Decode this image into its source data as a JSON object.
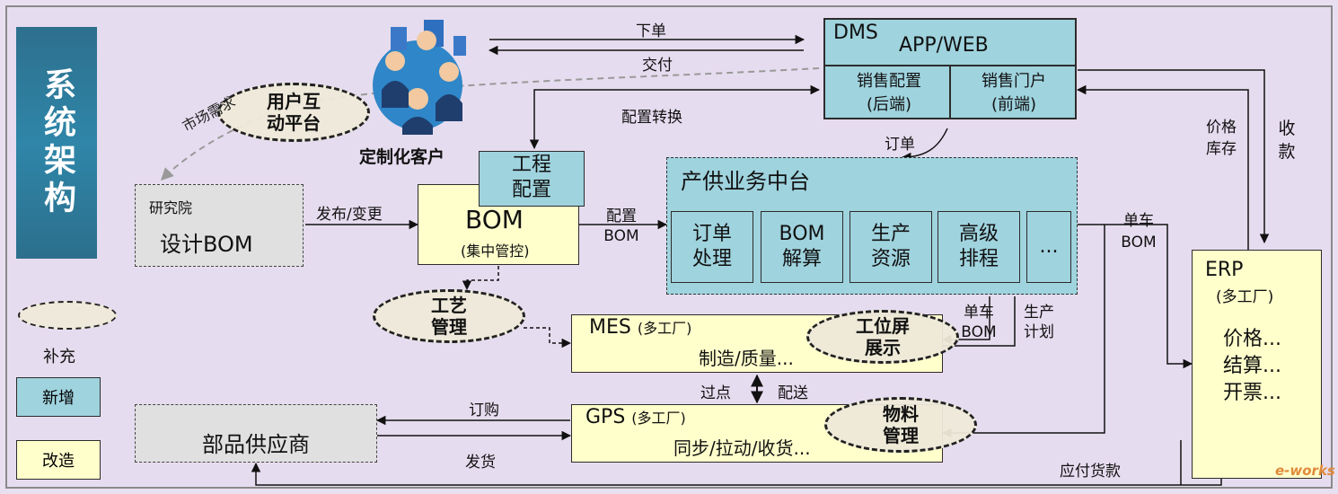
{
  "side_title": "系统架构",
  "customer": {
    "label": "定制化客户"
  },
  "user_platform": {
    "line1": "用户互",
    "line2": "动平台"
  },
  "dms": {
    "name": "DMS",
    "sub": "APP/WEB",
    "left_line1": "销售配置",
    "left_line2": "(后端)",
    "right_line1": "销售门户",
    "right_line2": "(前端)"
  },
  "research": {
    "label": "研究院",
    "main": "设计BOM"
  },
  "engineering": {
    "line1": "工程",
    "line2": "配置"
  },
  "bom": {
    "main": "BOM",
    "sub": "(集中管控)"
  },
  "middle_platform": {
    "title": "产供业务中台",
    "items": [
      {
        "line1": "订单",
        "line2": "处理"
      },
      {
        "line1": "BOM",
        "line2": "解算"
      },
      {
        "line1": "生产",
        "line2": "资源"
      },
      {
        "line1": "高级",
        "line2": "排程"
      },
      {
        "line1": "...",
        "line2": ""
      }
    ]
  },
  "process_mgmt": {
    "line1": "工艺",
    "line2": "管理"
  },
  "mes": {
    "name": "MES",
    "multi": "(多工厂)",
    "desc": "制造/质量..."
  },
  "station_screen": {
    "line1": "工位屏",
    "line2": "展示"
  },
  "gps": {
    "name": "GPS",
    "multi": "(多工厂)",
    "desc": "同步/拉动/收货..."
  },
  "material_mgmt": {
    "line1": "物料",
    "line2": "管理"
  },
  "supplier": {
    "label": "部品供应商"
  },
  "erp": {
    "name": "ERP",
    "multi": "(多工厂)",
    "line1": "价格...",
    "line2": "结算...",
    "line3": "开票..."
  },
  "legend": {
    "supplement": "补充",
    "added": "新增",
    "modified": "改造"
  },
  "arrows": {
    "order_place": "下单",
    "deliver": "交付",
    "config_convert": "配置转换",
    "market_demand": "市场需求",
    "order": "订单",
    "publish_change": "发布/变更",
    "config_bom_1": "配置",
    "config_bom_2": "BOM",
    "single_car_bom_1": "单车",
    "single_car_bom_2": "BOM",
    "price_stock_1": "价格",
    "price_stock_2": "库存",
    "receive_payment_1": "收",
    "receive_payment_2": "款",
    "mes_bom_1": "单车",
    "mes_bom_2": "BOM",
    "prod_plan_1": "生产",
    "prod_plan_2": "计划",
    "checkpoint": "过点",
    "distribute": "配送",
    "purchase": "订购",
    "ship": "发货",
    "payable": "应付货款"
  },
  "watermark": "e-works",
  "colors": {
    "blue": "#9fd3de",
    "yellow": "#ffffcc",
    "gray": "#e0e0e0",
    "title": "#2f86a8",
    "bg": "#e6dcef"
  }
}
